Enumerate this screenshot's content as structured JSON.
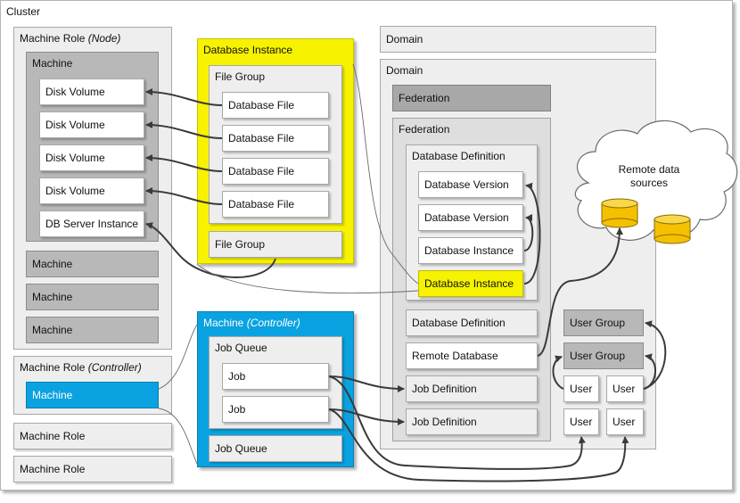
{
  "cluster": {
    "label": "Cluster"
  },
  "machine_role_node": {
    "label": "Machine Role ",
    "label_italic": "(Node)",
    "machine": {
      "label": "Machine",
      "items": [
        "Disk Volume",
        "Disk Volume",
        "Disk Volume",
        "Disk Volume",
        "DB Server Instance"
      ]
    },
    "other_machines": [
      "Machine",
      "Machine",
      "Machine"
    ]
  },
  "machine_role_controller": {
    "label": "Machine Role ",
    "label_italic": "(Controller)",
    "machine": "Machine"
  },
  "other_roles": [
    "Machine Role",
    "Machine Role"
  ],
  "database_instance": {
    "label": "Database Instance",
    "file_group": {
      "label": "File Group",
      "files": [
        "Database File",
        "Database File",
        "Database File",
        "Database File"
      ]
    },
    "file_group_2": "File Group"
  },
  "machine_controller": {
    "label": "Machine ",
    "label_italic": "(Controller)",
    "job_queue": {
      "label": "Job Queue",
      "jobs": [
        "Job",
        "Job"
      ]
    },
    "job_queue_2": "Job Queue"
  },
  "domain_top": "Domain",
  "domain": {
    "label": "Domain",
    "federation_top": "Federation",
    "federation": {
      "label": "Federation",
      "database_definition": {
        "label": "Database Definition",
        "items": [
          "Database Version",
          "Database Version",
          "Database Instance"
        ],
        "highlight": "Database Instance"
      },
      "database_definition_2": "Database Definition",
      "remote_database": "Remote Database",
      "job_definitions": [
        "Job Definition",
        "Job Definition"
      ]
    },
    "user_groups": [
      "User Group",
      "User Group"
    ],
    "users": [
      "User",
      "User",
      "User",
      "User"
    ]
  },
  "cloud": {
    "line1": "Remote data",
    "line2": "sources"
  },
  "colors": {
    "yellow": "#f6f200",
    "blue": "#0aa2e0",
    "arrow": "#3a3a3a"
  }
}
